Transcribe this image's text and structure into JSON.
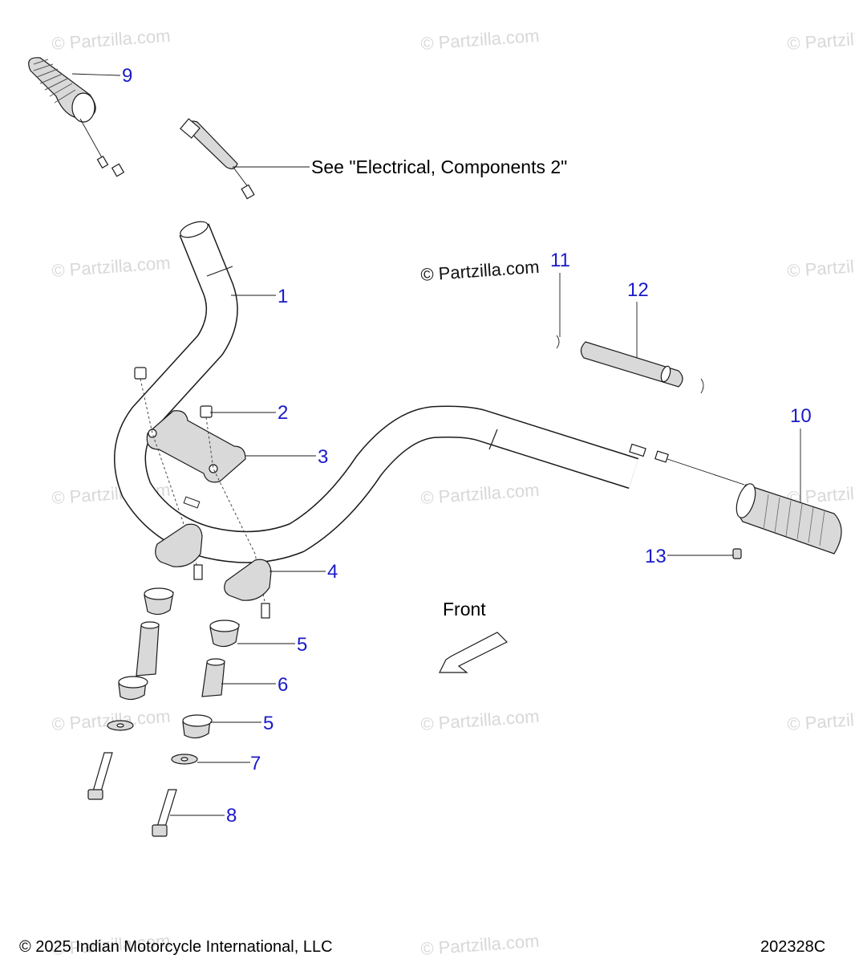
{
  "watermark": "© Partzilla.com",
  "center_watermark": "© Partzilla.com",
  "note": "See \"Electrical, Components 2\"",
  "front_label": "Front",
  "callouts": {
    "c1": "1",
    "c2": "2",
    "c3": "3",
    "c4": "4",
    "c5a": "5",
    "c5b": "5",
    "c6": "6",
    "c7": "7",
    "c8": "8",
    "c9": "9",
    "c10": "10",
    "c11": "11",
    "c12": "12",
    "c13": "13"
  },
  "footer": {
    "copyright": "© 2025 Indian Motorcycle International, LLC",
    "code": "202328C"
  },
  "colors": {
    "callout": "#1a1ac8",
    "line": "#1a1a1a",
    "watermark": "#d8d8d8"
  }
}
